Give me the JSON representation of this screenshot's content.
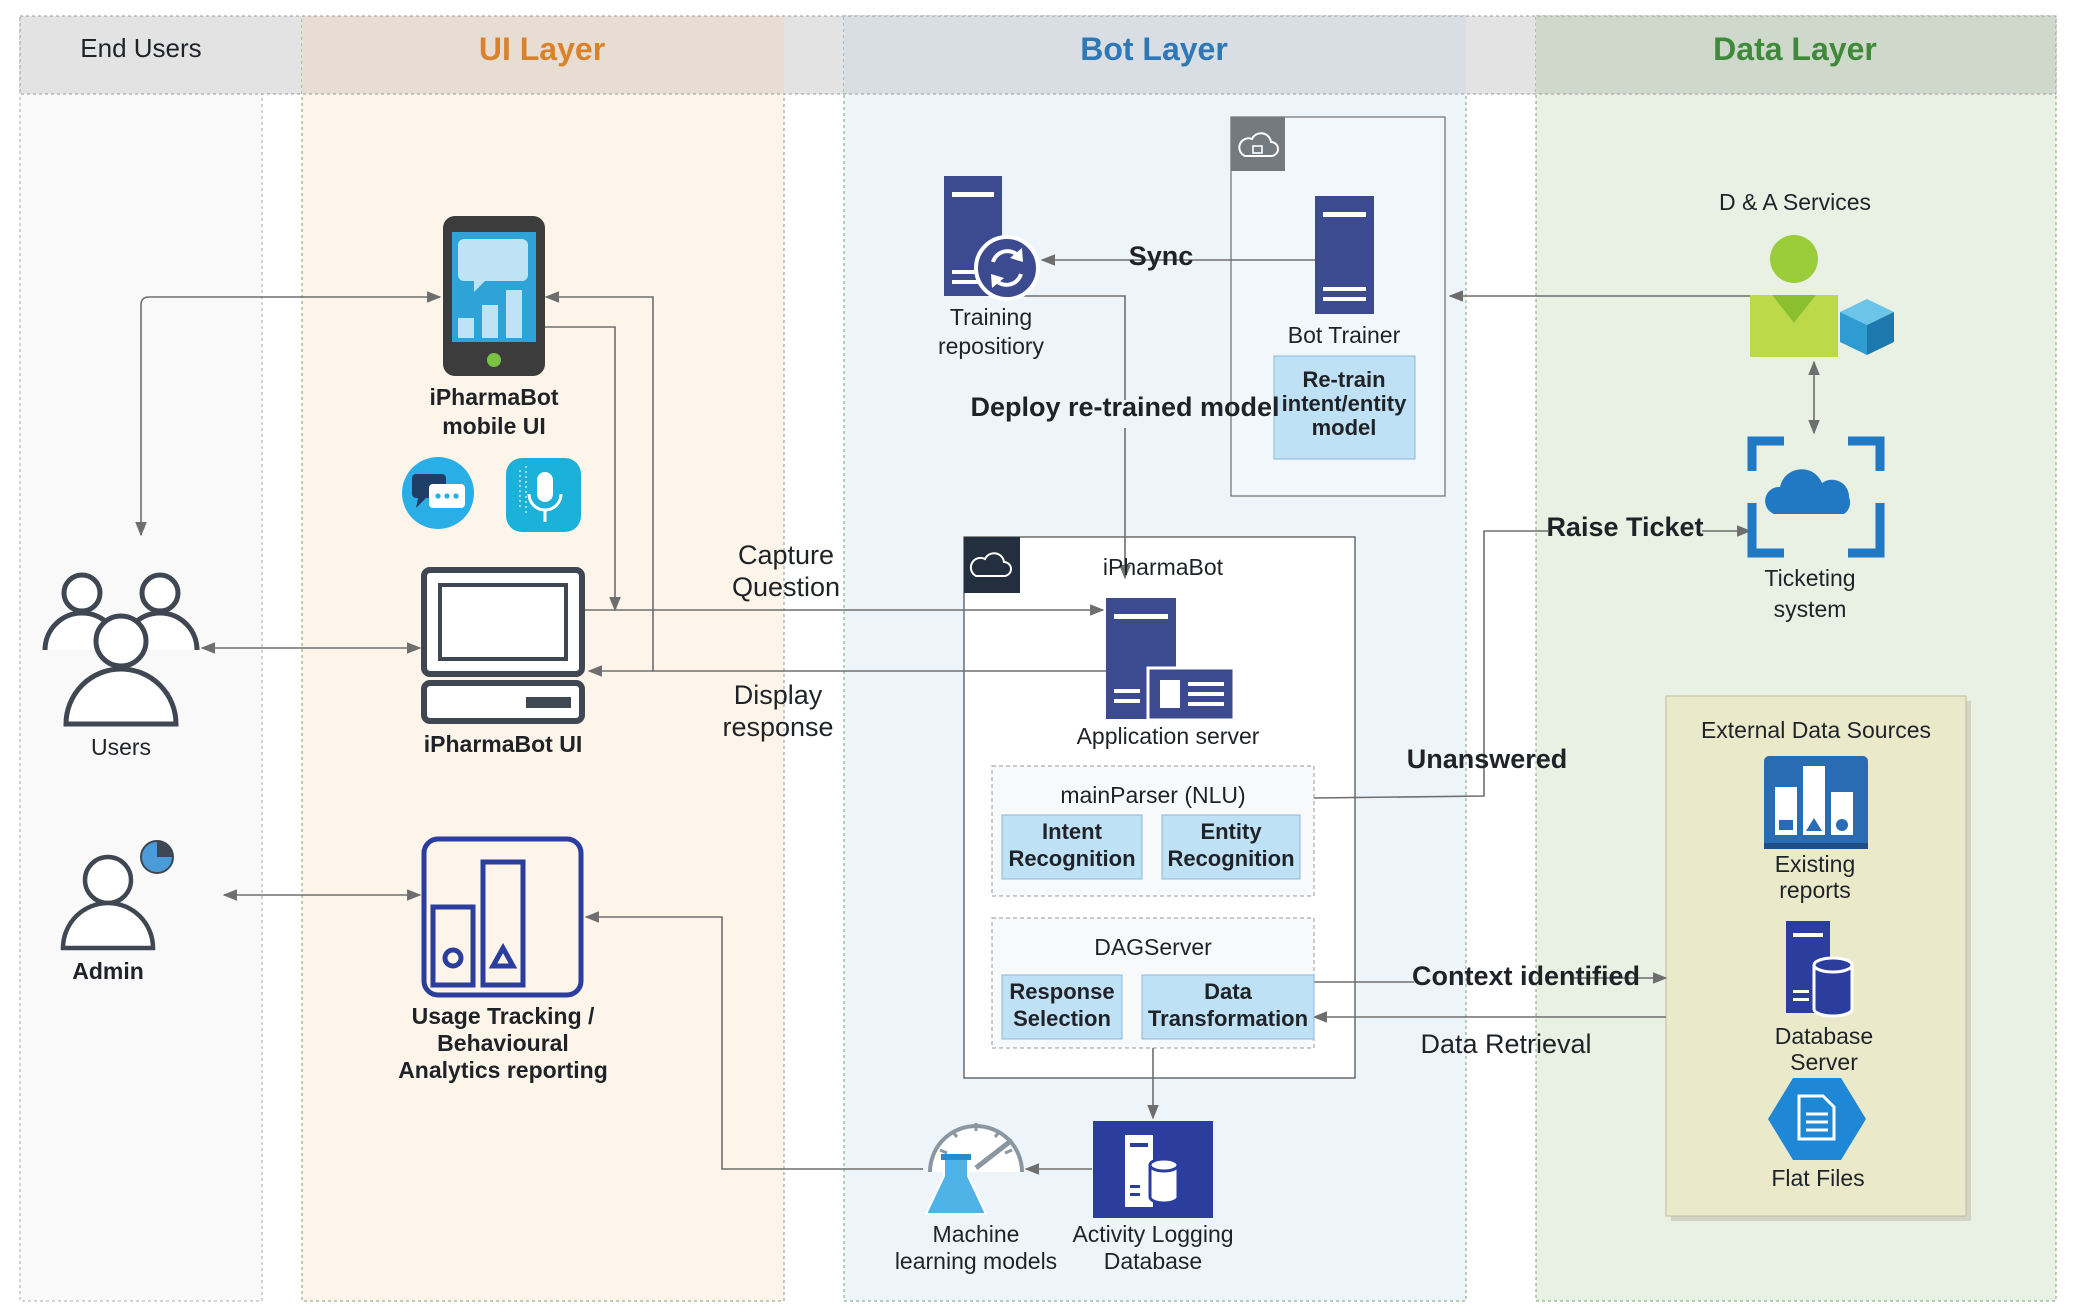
{
  "lanes": {
    "end_users": "End Users",
    "ui_layer": "UI Layer",
    "bot_layer": "Bot Layer",
    "data_layer": "Data Layer"
  },
  "actors": {
    "users": "Users",
    "admin": "Admin"
  },
  "ui": {
    "mobile_line1": "iPharmaBot",
    "mobile_line2": "mobile UI",
    "desktop": "iPharmaBot UI",
    "usage_line1": "Usage Tracking /",
    "usage_line2": "Behavioural",
    "usage_line3": "Analytics reporting"
  },
  "bot": {
    "training_line1": "Training",
    "training_line2": "repositiory",
    "bot_trainer": "Bot Trainer",
    "retrain_line1": "Re-train",
    "retrain_line2": "intent/entity",
    "retrain_line3": "model",
    "ipharmabot": "iPharmaBot",
    "app_server": "Application server",
    "main_parser": "mainParser (NLU)",
    "intent_line1": "Intent",
    "intent_line2": "Recognition",
    "entity_line1": "Entity",
    "entity_line2": "Recognition",
    "dag_server": "DAGServer",
    "response_line1": "Response",
    "response_line2": "Selection",
    "transform_line1": "Data",
    "transform_line2": "Transformation",
    "ml_line1": "Machine",
    "ml_line2": "learning models",
    "logging_line1": "Activity Logging",
    "logging_line2": "Database"
  },
  "data": {
    "da_services": "D & A Services",
    "ticketing_line1": "Ticketing",
    "ticketing_line2": "system",
    "external_title": "External Data Sources",
    "reports_line1": "Existing",
    "reports_line2": "reports",
    "db_line1": "Database",
    "db_line2": "Server",
    "flat_files": "Flat Files"
  },
  "flows": {
    "sync": "Sync",
    "deploy": "Deploy re-trained model",
    "capture_line1": "Capture",
    "capture_line2": "Question",
    "display_line1": "Display",
    "display_line2": "response",
    "raise_ticket": "Raise Ticket",
    "unanswered": "Unanswered",
    "context": "Context identified",
    "retrieval": "Data Retrieval"
  },
  "colors": {
    "navy": "#3c4a8f",
    "blue_light": "#cfe6f7",
    "ui_title": "#d9822b",
    "bot_title": "#2e78b7",
    "data_title": "#3f8a3a",
    "end_title": "#666f7a"
  }
}
